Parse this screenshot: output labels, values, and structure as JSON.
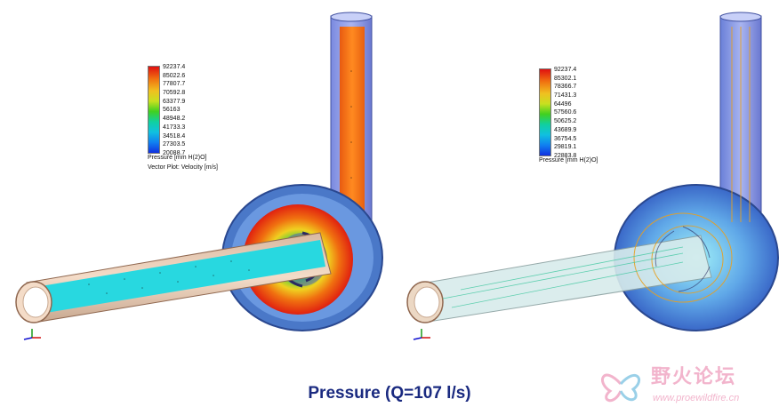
{
  "left_panel": {
    "legend_values": [
      "92237.4",
      "85022.6",
      "77807.7",
      "70592.8",
      "63377.9",
      "56163",
      "48948.2",
      "41733.3",
      "34518.4",
      "27303.5",
      "20088.7"
    ],
    "legend_unit": "Pressure [mm H(2)O]",
    "legend_vector_note": "Vector Plot: Velocity [m/s]"
  },
  "right_panel": {
    "legend_values": [
      "92237.4",
      "85302.1",
      "78366.7",
      "71431.3",
      "64496",
      "57560.6",
      "50625.2",
      "43689.9",
      "36754.5",
      "29819.1",
      "22883.8"
    ],
    "legend_unit": "Pressure [mm H(2)O]"
  },
  "caption": "Pressure (Q=107 l/s)",
  "watermark": {
    "logo_text": "野火论坛",
    "url": "www.proewildfire.cn"
  },
  "colors": {
    "caption": "#1a2a80",
    "housing_blue": "#4a78c8",
    "inlet_cyan": "#28d8e0",
    "pipe_tan": "#e8c8b0",
    "watermark_pink": "#f2b4cc"
  }
}
